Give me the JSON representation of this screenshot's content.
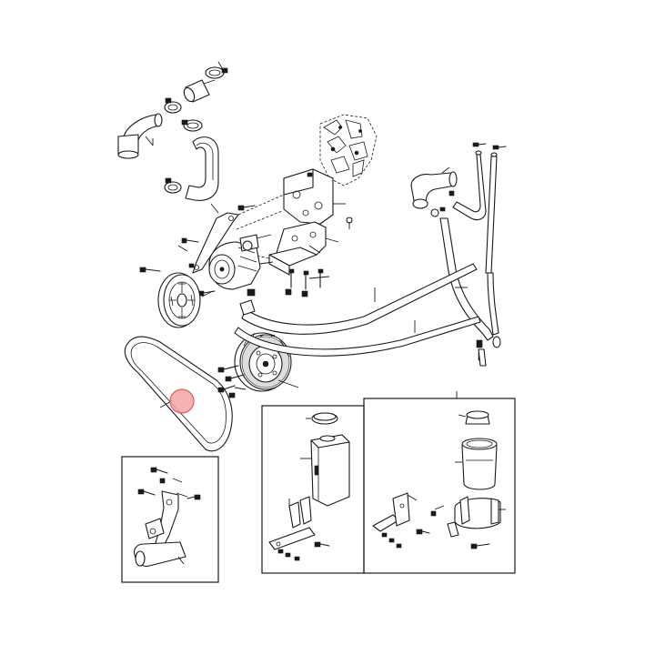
{
  "colors": {
    "line": "#1a1a1a",
    "background": "#ffffff",
    "highlight_fill": "#f4a6a6",
    "highlight_stroke": "#e05a5a"
  },
  "highlighted_part": "drive-belt",
  "insets": [
    "bracket-detail-inset",
    "reservoir-detail-inset-left",
    "reservoir-detail-inset-right"
  ]
}
